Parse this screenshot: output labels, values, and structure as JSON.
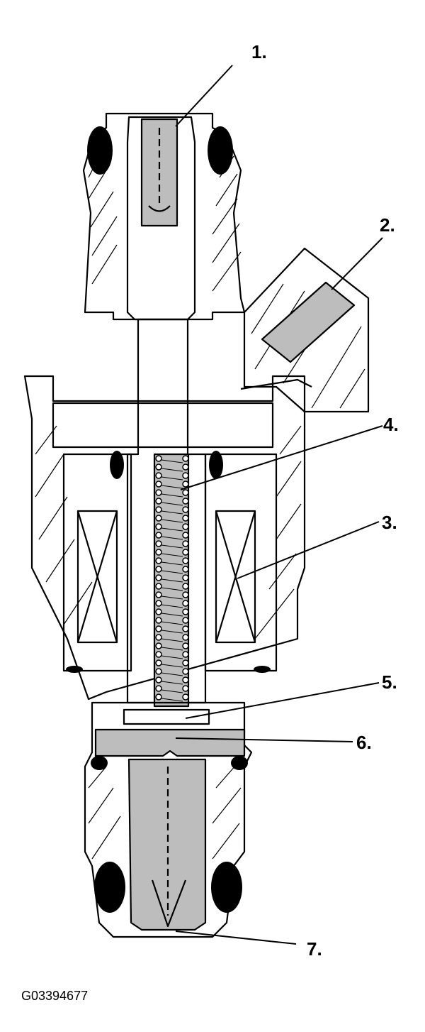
{
  "figure_id": "G03394677",
  "callouts": [
    {
      "label": "1."
    },
    {
      "label": "2."
    },
    {
      "label": "3."
    },
    {
      "label": "4."
    },
    {
      "label": "5."
    },
    {
      "label": "6."
    },
    {
      "label": "7."
    }
  ]
}
